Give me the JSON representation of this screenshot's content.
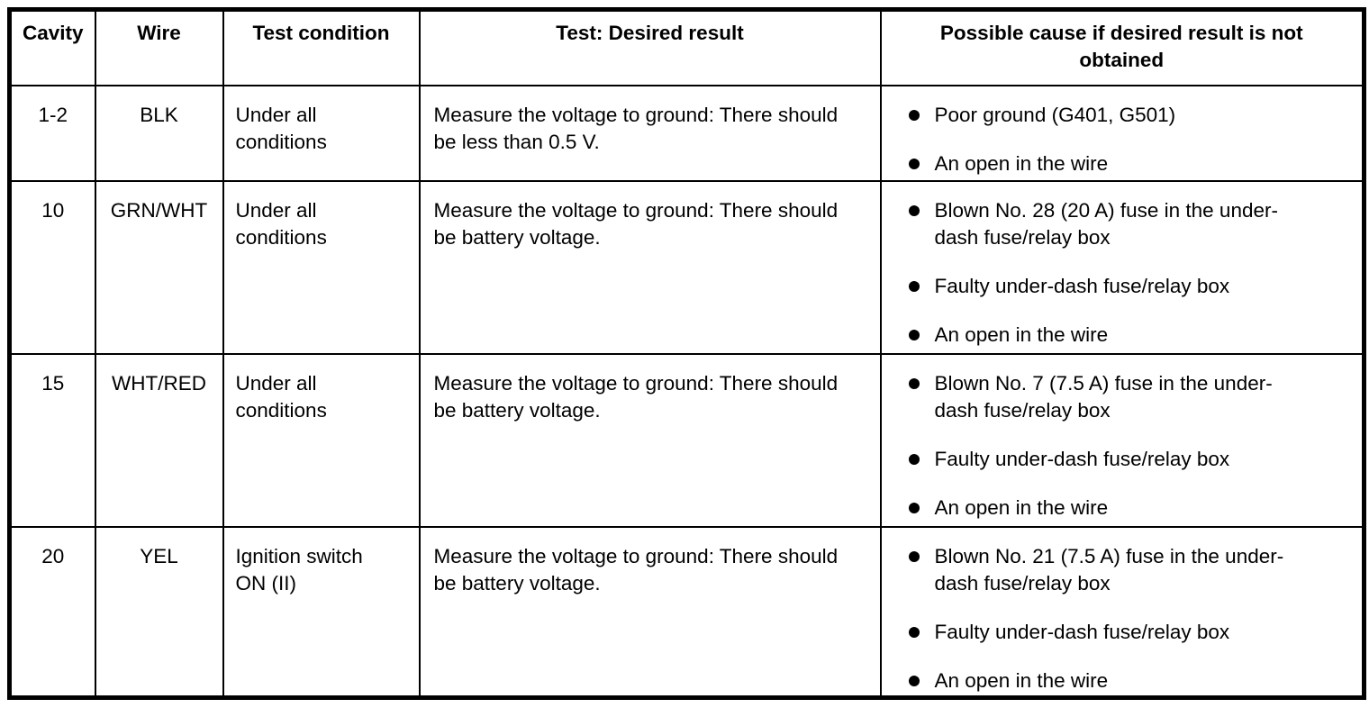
{
  "table": {
    "columns": [
      {
        "label": "Cavity"
      },
      {
        "label": "Wire"
      },
      {
        "label": "Test condition"
      },
      {
        "label": "Test: Desired result"
      },
      {
        "label": "Possible cause if desired result is not obtained"
      }
    ],
    "rows": [
      {
        "cavity": "1-2",
        "wire": "BLK",
        "condition": "Under all conditions",
        "test": "Measure the voltage to ground: There should be less than 0.5 V.",
        "causes": [
          "Poor ground (G401, G501)",
          "An open in the wire"
        ]
      },
      {
        "cavity": "10",
        "wire": "GRN/WHT",
        "condition": "Under all conditions",
        "test": "Measure the voltage to ground: There should be battery voltage.",
        "causes": [
          "Blown No. 28 (20 A) fuse in the under-dash fuse/relay box",
          "Faulty under-dash fuse/relay box",
          "An open in the wire"
        ]
      },
      {
        "cavity": "15",
        "wire": "WHT/RED",
        "condition": "Under all conditions",
        "test": "Measure the voltage to ground: There should be battery voltage.",
        "causes": [
          "Blown No. 7 (7.5 A) fuse in the under-dash fuse/relay box",
          "Faulty under-dash fuse/relay box",
          "An open in the wire"
        ]
      },
      {
        "cavity": "20",
        "wire": "YEL",
        "condition": "Ignition switch ON (II)",
        "test": "Measure the voltage to ground: There should be battery voltage.",
        "causes": [
          "Blown No. 21 (7.5 A) fuse in the under-dash fuse/relay box",
          "Faulty under-dash fuse/relay box",
          "An open in the wire"
        ]
      }
    ],
    "colors": {
      "border": "#000000",
      "text": "#000000",
      "background": "#ffffff"
    }
  }
}
